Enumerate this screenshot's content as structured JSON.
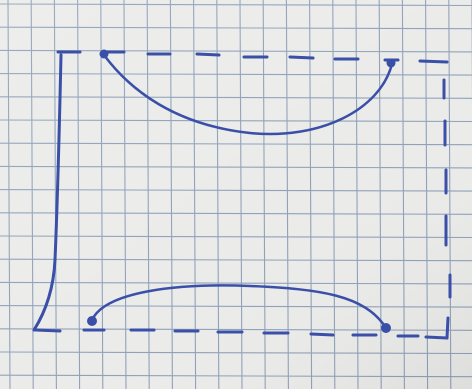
{
  "paper": {
    "background": "#ebebe9",
    "grid_color": "#8fa2ba",
    "grid_line": "square-grid"
  },
  "ink": {
    "color": "#3a4fa8"
  },
  "figure": {
    "left_edge": {
      "style": "solid"
    },
    "top_edge": {
      "style": "dashed"
    },
    "right_edge": {
      "style": "dashed"
    },
    "bottom_edge": {
      "style": "dashed"
    },
    "top_arc": {
      "style": "solid",
      "shape": "curve-down",
      "endpoints": "dots"
    },
    "bottom_arc": {
      "style": "solid",
      "shape": "curve-up",
      "endpoints": "dots"
    }
  }
}
